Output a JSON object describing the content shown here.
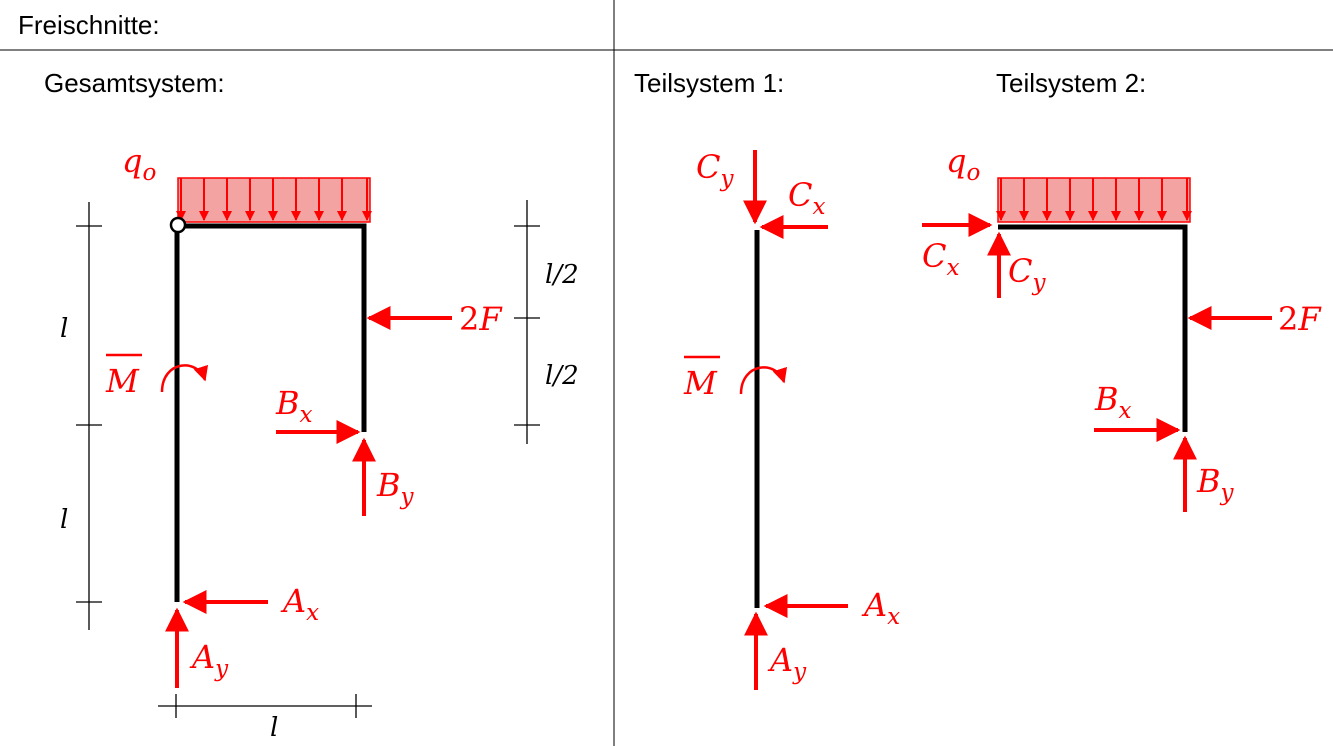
{
  "header": {
    "title": "Freischnitte:"
  },
  "panels": {
    "gesamt": {
      "title": "Gesamtsystem:"
    },
    "teil1": {
      "title": "Teilsystem 1:"
    },
    "teil2": {
      "title": "Teilsystem 2:"
    }
  },
  "dims": {
    "l": "l",
    "half": "l/2"
  },
  "labels": {
    "q": "q",
    "q_sub": "o",
    "M": "M",
    "F2": "2",
    "F": "F",
    "A": "A",
    "B": "B",
    "C": "C",
    "x": "x",
    "y": "y"
  },
  "colors": {
    "force": "#ff0000",
    "load_fill": "#f4a3a3",
    "structure": "#000000"
  }
}
